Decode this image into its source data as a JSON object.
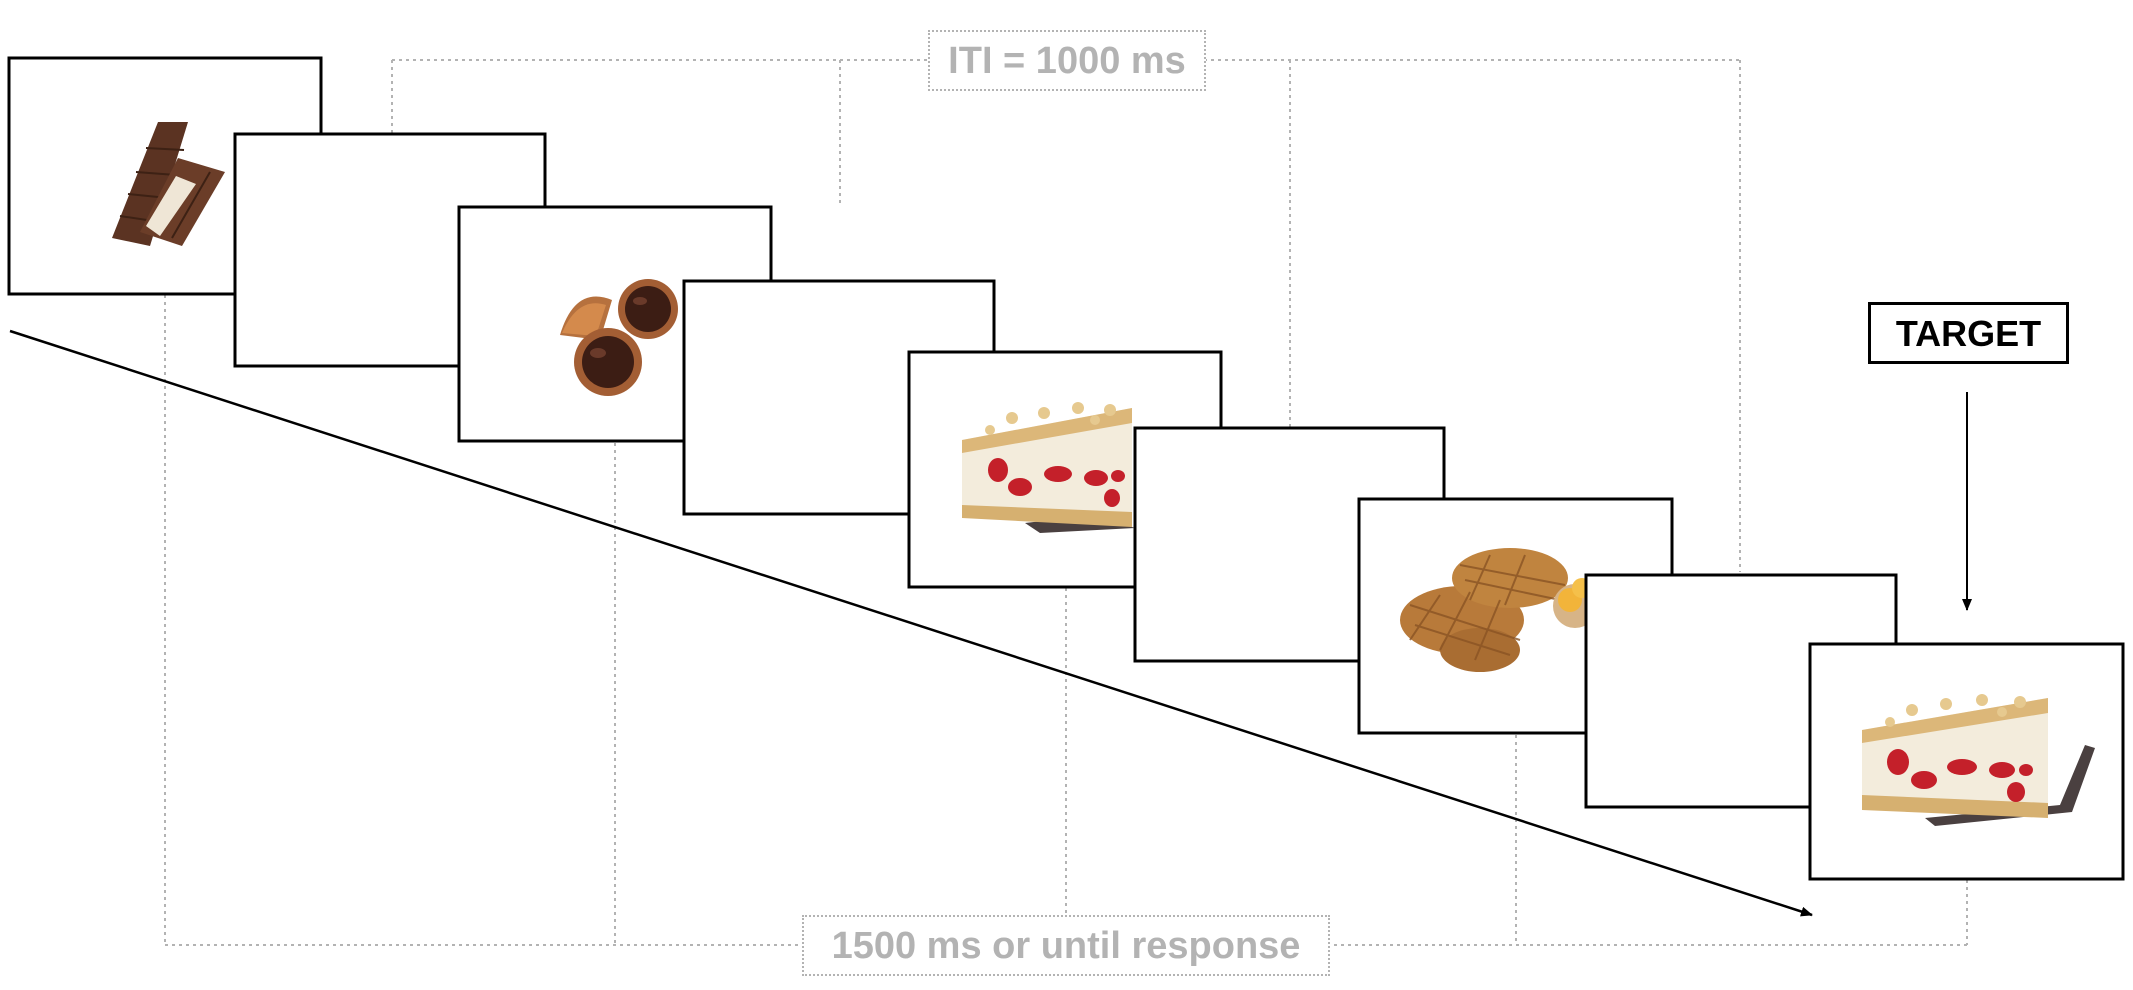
{
  "labels": {
    "iti": "ITI = 1000 ms",
    "response": "1500 ms or until response",
    "target": "TARGET"
  },
  "frames": [
    {
      "index": 1,
      "content": "chocolate-bar"
    },
    {
      "index": 2,
      "content": "blank"
    },
    {
      "index": 3,
      "content": "chocolate-pralines"
    },
    {
      "index": 4,
      "content": "blank"
    },
    {
      "index": 5,
      "content": "cheesecake-slice"
    },
    {
      "index": 6,
      "content": "blank"
    },
    {
      "index": 7,
      "content": "waffles"
    },
    {
      "index": 8,
      "content": "blank"
    },
    {
      "index": 9,
      "content": "cheesecake-slice",
      "is_target": true
    }
  ],
  "colors": {
    "frame_border": "#000000",
    "dotted_guides": "#b3b3b3",
    "chocolate": "#5a3220",
    "strawberry": "#c4202a",
    "waffle": "#b87a3a"
  }
}
